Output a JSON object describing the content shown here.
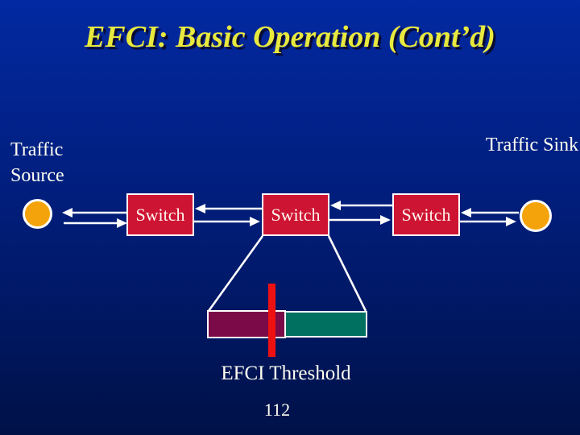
{
  "slide": {
    "title": "EFCI: Basic Operation (Cont’d)",
    "page_number": "112"
  },
  "diagram": {
    "source_label": "Traffic Source",
    "sink_label": "Traffic Sink",
    "switches": [
      {
        "label": "Switch"
      },
      {
        "label": "Switch"
      },
      {
        "label": "Switch"
      }
    ],
    "threshold_label": "EFCI Threshold",
    "colors": {
      "background_top": "#0229A1",
      "background_bottom": "#001148",
      "title_text": "#E8E93E",
      "body_text": "#FFFFF2",
      "switch_fill": "#CE1433",
      "box_border": "#FFFFFF",
      "endpoint_fill": "#F5A30B",
      "arrow": "#FFFFFF",
      "buffer_below_threshold_fill": "#7A0A48",
      "buffer_above_threshold_fill": "#007060",
      "threshold_line": "#EE1111"
    }
  }
}
